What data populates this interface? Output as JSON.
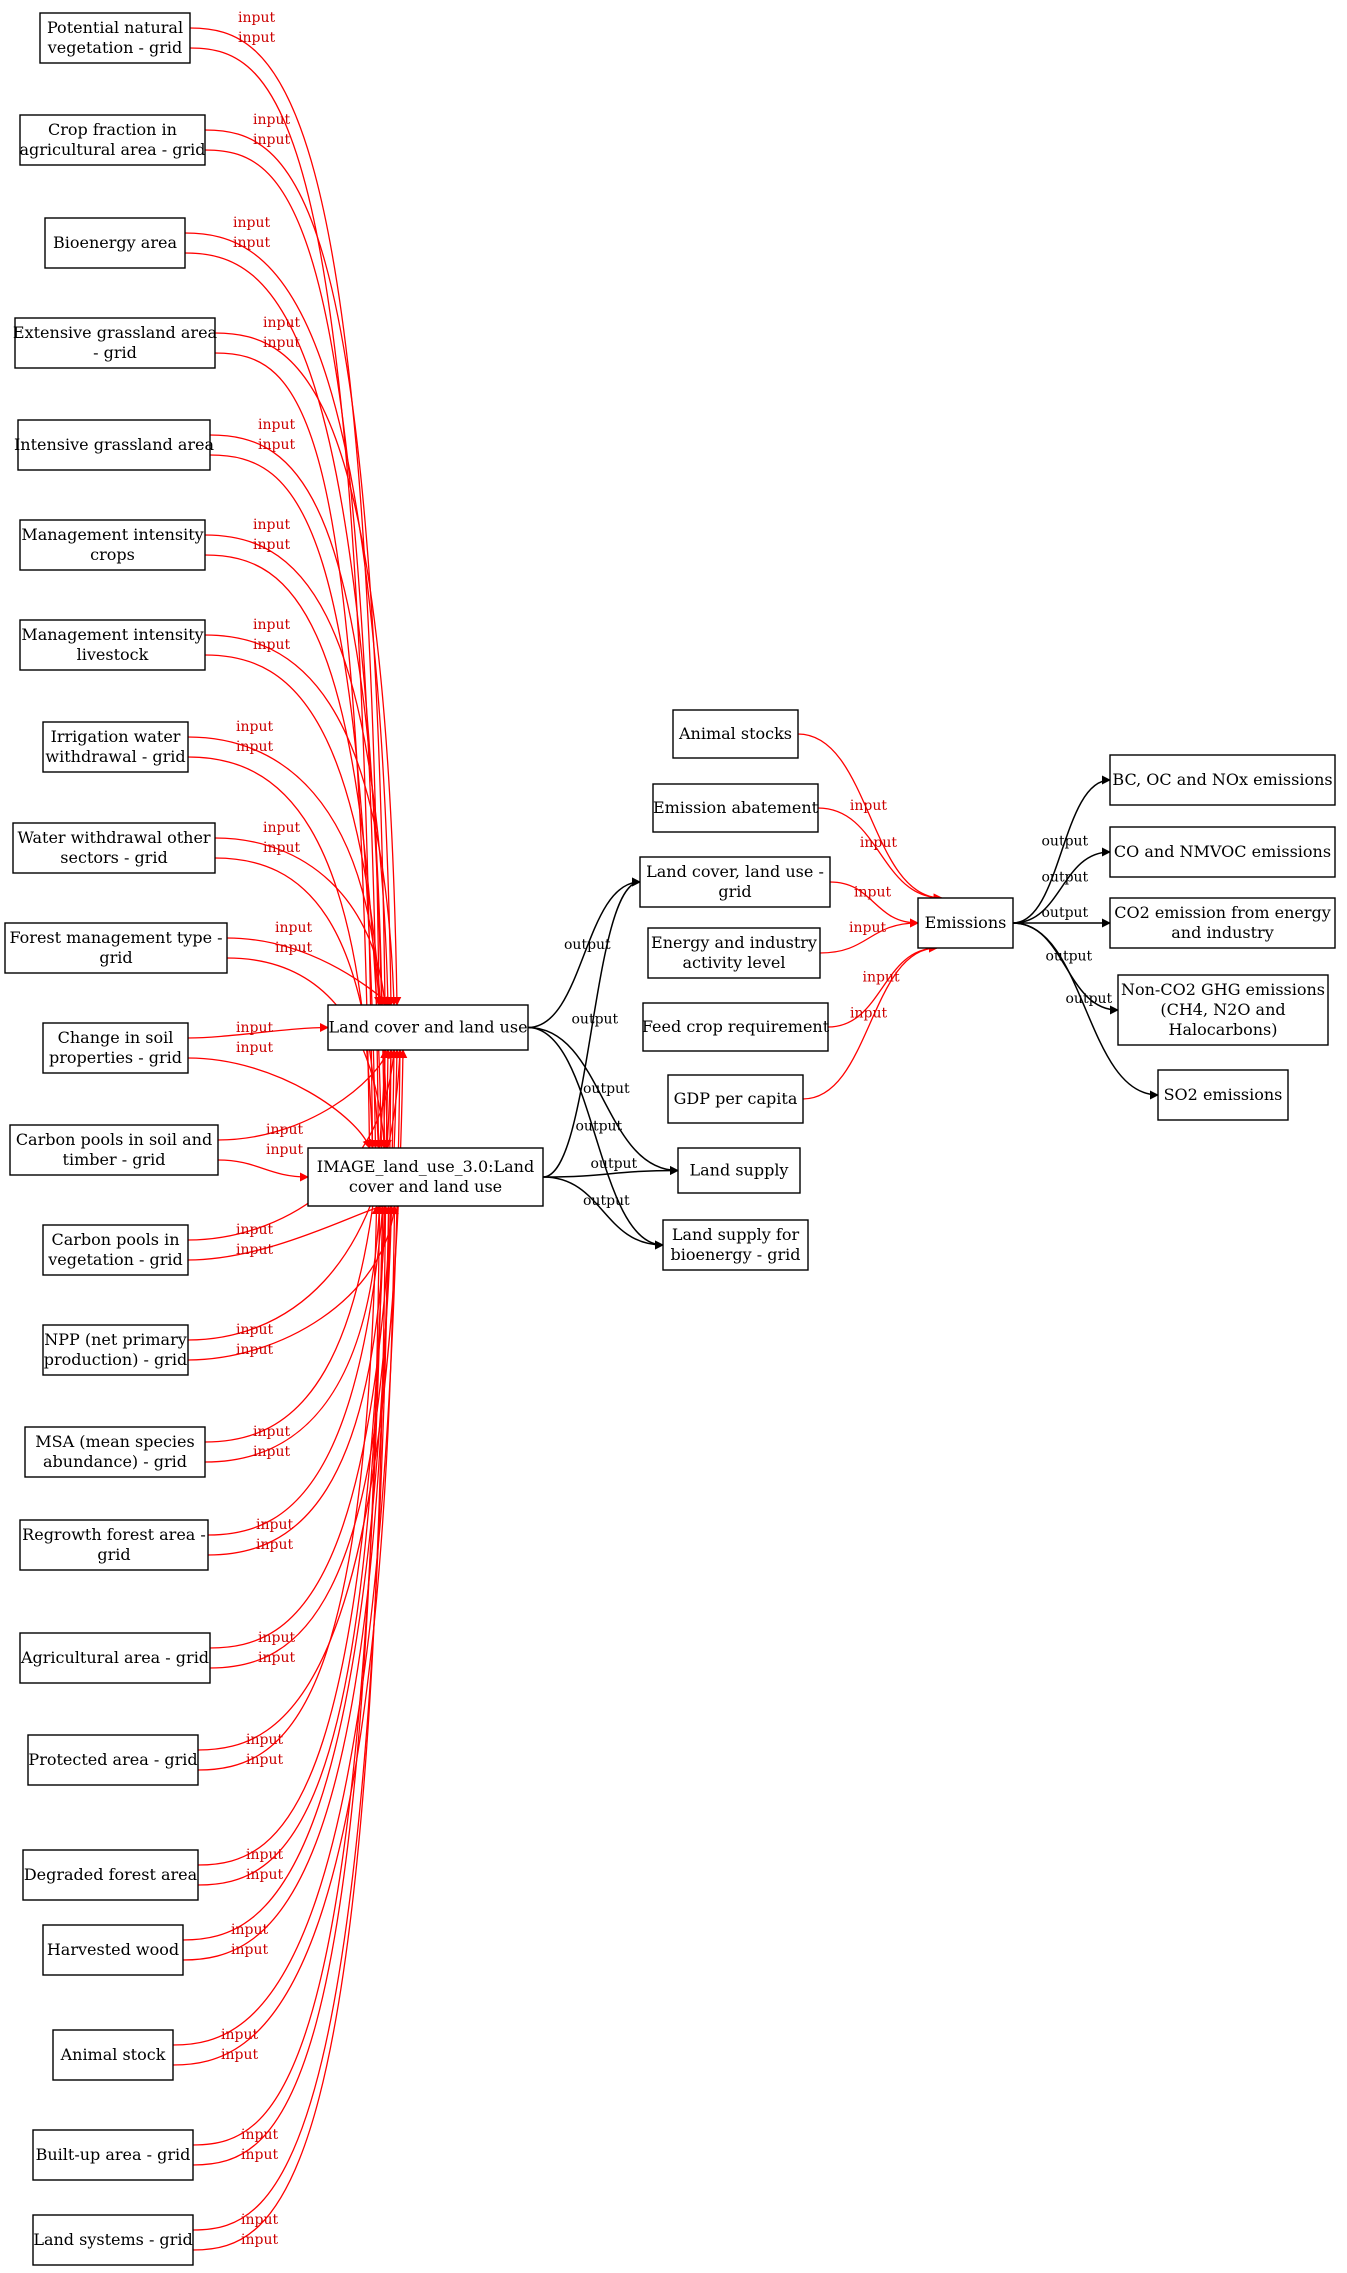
{
  "colors": {
    "input_edge": "#ff0000",
    "input_label": "#cc0000",
    "output_edge": "#000000",
    "output_label": "#000000",
    "node_border": "#000000",
    "background": "#ffffff"
  },
  "edge_labels": {
    "input": "input",
    "output": "output"
  },
  "nodes": [
    {
      "id": "pnv",
      "lines": [
        "Potential natural",
        "vegetation - grid"
      ]
    },
    {
      "id": "crop",
      "lines": [
        "Crop fraction in",
        "agricultural area - grid"
      ]
    },
    {
      "id": "bio",
      "lines": [
        "Bioenergy area"
      ]
    },
    {
      "id": "ext",
      "lines": [
        "Extensive grassland area",
        "- grid"
      ]
    },
    {
      "id": "int",
      "lines": [
        "Intensive grassland area"
      ]
    },
    {
      "id": "mic",
      "lines": [
        "Management intensity",
        "crops"
      ]
    },
    {
      "id": "mil",
      "lines": [
        "Management intensity",
        "livestock"
      ]
    },
    {
      "id": "irr",
      "lines": [
        "Irrigation water",
        "withdrawal - grid"
      ]
    },
    {
      "id": "wwo",
      "lines": [
        "Water withdrawal other",
        "sectors - grid"
      ]
    },
    {
      "id": "fmt",
      "lines": [
        "Forest management type -",
        "grid"
      ]
    },
    {
      "id": "csp",
      "lines": [
        "Change in soil",
        "properties - grid"
      ]
    },
    {
      "id": "cps",
      "lines": [
        "Carbon pools in soil and",
        "timber - grid"
      ]
    },
    {
      "id": "cpv",
      "lines": [
        "Carbon pools in",
        "vegetation - grid"
      ]
    },
    {
      "id": "npp",
      "lines": [
        "NPP (net primary",
        "production) - grid"
      ]
    },
    {
      "id": "msa",
      "lines": [
        "MSA (mean species",
        "abundance) - grid"
      ]
    },
    {
      "id": "rfa",
      "lines": [
        "Regrowth forest area -",
        "grid"
      ]
    },
    {
      "id": "agr",
      "lines": [
        "Agricultural area - grid"
      ]
    },
    {
      "id": "pro",
      "lines": [
        "Protected area - grid"
      ]
    },
    {
      "id": "dfa",
      "lines": [
        "Degraded forest area"
      ]
    },
    {
      "id": "hw",
      "lines": [
        "Harvested wood"
      ]
    },
    {
      "id": "ast",
      "lines": [
        "Animal stock"
      ]
    },
    {
      "id": "bua",
      "lines": [
        "Built-up area - grid"
      ]
    },
    {
      "id": "lsy",
      "lines": [
        "Land systems - grid"
      ]
    },
    {
      "id": "lclu",
      "lines": [
        "Land cover and land use"
      ]
    },
    {
      "id": "image",
      "lines": [
        "IMAGE_land_use_3.0:Land",
        "cover and land use"
      ]
    },
    {
      "id": "as2",
      "lines": [
        "Animal stocks"
      ]
    },
    {
      "id": "eab",
      "lines": [
        "Emission abatement"
      ]
    },
    {
      "id": "lcg",
      "lines": [
        "Land cover, land use -",
        "grid"
      ]
    },
    {
      "id": "eia",
      "lines": [
        "Energy and industry",
        "activity level"
      ]
    },
    {
      "id": "fcr",
      "lines": [
        "Feed crop requirement"
      ]
    },
    {
      "id": "gdp",
      "lines": [
        "GDP per capita"
      ]
    },
    {
      "id": "lsu",
      "lines": [
        "Land supply"
      ]
    },
    {
      "id": "lsb",
      "lines": [
        "Land supply for",
        "bioenergy - grid"
      ]
    },
    {
      "id": "emi",
      "lines": [
        "Emissions"
      ]
    },
    {
      "id": "bco",
      "lines": [
        "BC, OC and NOx emissions"
      ]
    },
    {
      "id": "cov",
      "lines": [
        "CO and NMVOC emissions"
      ]
    },
    {
      "id": "co2",
      "lines": [
        "CO2 emission from energy",
        "and industry"
      ]
    },
    {
      "id": "ghg",
      "lines": [
        "Non-CO2 GHG emissions",
        "(CH4, N2O and",
        "Halocarbons)"
      ]
    },
    {
      "id": "so2",
      "lines": [
        "SO2 emissions"
      ]
    }
  ],
  "edges": [
    {
      "from": "pnv",
      "to": "lclu",
      "type": "input"
    },
    {
      "from": "pnv",
      "to": "image",
      "type": "input"
    },
    {
      "from": "crop",
      "to": "lclu",
      "type": "input"
    },
    {
      "from": "crop",
      "to": "image",
      "type": "input"
    },
    {
      "from": "bio",
      "to": "lclu",
      "type": "input"
    },
    {
      "from": "bio",
      "to": "image",
      "type": "input"
    },
    {
      "from": "ext",
      "to": "lclu",
      "type": "input"
    },
    {
      "from": "ext",
      "to": "image",
      "type": "input"
    },
    {
      "from": "int",
      "to": "lclu",
      "type": "input"
    },
    {
      "from": "int",
      "to": "image",
      "type": "input"
    },
    {
      "from": "mic",
      "to": "lclu",
      "type": "input"
    },
    {
      "from": "mic",
      "to": "image",
      "type": "input"
    },
    {
      "from": "mil",
      "to": "lclu",
      "type": "input"
    },
    {
      "from": "mil",
      "to": "image",
      "type": "input"
    },
    {
      "from": "irr",
      "to": "lclu",
      "type": "input"
    },
    {
      "from": "irr",
      "to": "image",
      "type": "input"
    },
    {
      "from": "wwo",
      "to": "lclu",
      "type": "input"
    },
    {
      "from": "wwo",
      "to": "image",
      "type": "input"
    },
    {
      "from": "fmt",
      "to": "lclu",
      "type": "input"
    },
    {
      "from": "fmt",
      "to": "image",
      "type": "input"
    },
    {
      "from": "csp",
      "to": "lclu",
      "type": "input"
    },
    {
      "from": "csp",
      "to": "image",
      "type": "input"
    },
    {
      "from": "cps",
      "to": "lclu",
      "type": "input"
    },
    {
      "from": "cps",
      "to": "image",
      "type": "input"
    },
    {
      "from": "cpv",
      "to": "lclu",
      "type": "input"
    },
    {
      "from": "cpv",
      "to": "image",
      "type": "input"
    },
    {
      "from": "npp",
      "to": "lclu",
      "type": "input"
    },
    {
      "from": "npp",
      "to": "image",
      "type": "input"
    },
    {
      "from": "msa",
      "to": "lclu",
      "type": "input"
    },
    {
      "from": "msa",
      "to": "image",
      "type": "input"
    },
    {
      "from": "rfa",
      "to": "lclu",
      "type": "input"
    },
    {
      "from": "rfa",
      "to": "image",
      "type": "input"
    },
    {
      "from": "agr",
      "to": "lclu",
      "type": "input"
    },
    {
      "from": "agr",
      "to": "image",
      "type": "input"
    },
    {
      "from": "pro",
      "to": "lclu",
      "type": "input"
    },
    {
      "from": "pro",
      "to": "image",
      "type": "input"
    },
    {
      "from": "dfa",
      "to": "lclu",
      "type": "input"
    },
    {
      "from": "dfa",
      "to": "image",
      "type": "input"
    },
    {
      "from": "hw",
      "to": "lclu",
      "type": "input"
    },
    {
      "from": "hw",
      "to": "image",
      "type": "input"
    },
    {
      "from": "ast",
      "to": "lclu",
      "type": "input"
    },
    {
      "from": "ast",
      "to": "image",
      "type": "input"
    },
    {
      "from": "bua",
      "to": "lclu",
      "type": "input"
    },
    {
      "from": "bua",
      "to": "image",
      "type": "input"
    },
    {
      "from": "lsy",
      "to": "lclu",
      "type": "input"
    },
    {
      "from": "lsy",
      "to": "image",
      "type": "input"
    },
    {
      "from": "lclu",
      "to": "lcg",
      "type": "output"
    },
    {
      "from": "lclu",
      "to": "lsu",
      "type": "output"
    },
    {
      "from": "lclu",
      "to": "lsb",
      "type": "output"
    },
    {
      "from": "image",
      "to": "lcg",
      "type": "output"
    },
    {
      "from": "image",
      "to": "lsu",
      "type": "output"
    },
    {
      "from": "image",
      "to": "lsb",
      "type": "output"
    },
    {
      "from": "as2",
      "to": "emi",
      "type": "input"
    },
    {
      "from": "eab",
      "to": "emi",
      "type": "input"
    },
    {
      "from": "lcg",
      "to": "emi",
      "type": "input"
    },
    {
      "from": "eia",
      "to": "emi",
      "type": "input"
    },
    {
      "from": "fcr",
      "to": "emi",
      "type": "input"
    },
    {
      "from": "gdp",
      "to": "emi",
      "type": "input"
    },
    {
      "from": "emi",
      "to": "bco",
      "type": "output"
    },
    {
      "from": "emi",
      "to": "cov",
      "type": "output"
    },
    {
      "from": "emi",
      "to": "co2",
      "type": "output"
    },
    {
      "from": "emi",
      "to": "ghg",
      "type": "output"
    },
    {
      "from": "emi",
      "to": "so2",
      "type": "output"
    }
  ]
}
